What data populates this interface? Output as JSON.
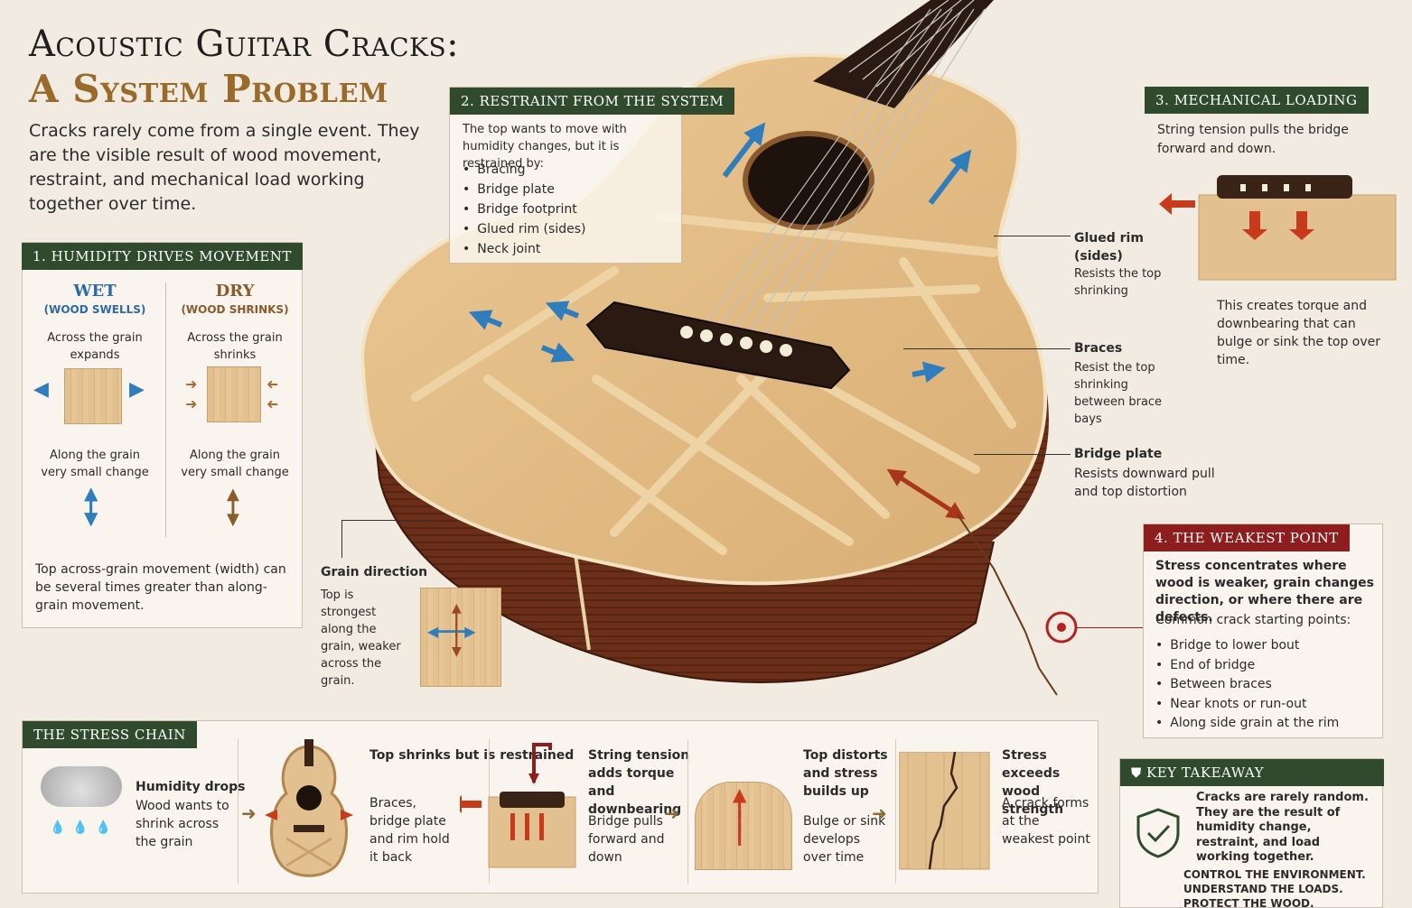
{
  "title": {
    "line1": "Acoustic Guitar Cracks:",
    "line2": "A System Problem"
  },
  "intro": "Cracks rarely come from a single event. They are the visible result of wood movement, restraint, and mechanical load working together over time.",
  "panel1": {
    "header": "1. HUMIDITY DRIVES MOVEMENT",
    "wet": {
      "title": "WET",
      "sub": "(WOOD SWELLS)",
      "across": "Across the grain expands",
      "along": "Along the grain very small change"
    },
    "dry": {
      "title": "DRY",
      "sub": "(WOOD SHRINKS)",
      "across": "Across the grain shrinks",
      "along": "Along the grain very small change"
    },
    "note": "Top across-grain movement (width) can be several times greater than along-grain movement."
  },
  "panel2": {
    "header": "2. RESTRAINT FROM THE SYSTEM",
    "text": "The top wants to move with humidity changes, but it is restrained by:",
    "items": [
      "Bracing",
      "Bridge plate",
      "Bridge footprint",
      "Glued rim (sides)",
      "Neck joint"
    ]
  },
  "panel3": {
    "header": "3. MECHANICAL LOADING",
    "text": "String tension pulls the bridge forward and down.",
    "note": "This creates torque and downbearing that can bulge or sink the top over time."
  },
  "callouts": {
    "rim": {
      "title": "Glued rim (sides)",
      "text": "Resists the top shrinking"
    },
    "braces": {
      "title": "Braces",
      "text": "Resist the top shrinking between brace bays"
    },
    "plate": {
      "title": "Bridge plate",
      "text": "Resists downward pull and top distortion"
    },
    "grain": {
      "title": "Grain direction",
      "text": "Top is strongest along the grain, weaker across the grain."
    }
  },
  "panel4": {
    "header": "4. THE WEAKEST POINT",
    "text": "Stress concentrates where wood is weaker, grain changes direction, or where there are defects.",
    "sub": "Common crack starting points:",
    "items": [
      "Bridge to lower bout",
      "End of bridge",
      "Between braces",
      "Near knots or run-out",
      "Along side grain at the rim"
    ]
  },
  "chain": {
    "header": "THE STRESS CHAIN",
    "steps": [
      {
        "title": "Humidity drops",
        "text": "Wood wants to shrink across the grain"
      },
      {
        "title": "Top shrinks but is restrained",
        "text": "Braces, bridge plate and rim hold it back"
      },
      {
        "title": "String tension adds torque and downbearing",
        "text": "Bridge pulls forward and down"
      },
      {
        "title": "Top distorts and stress builds up",
        "text": "Bulge or sink develops over time"
      },
      {
        "title": "Stress exceeds wood strength",
        "text": "A crack forms at the weakest point"
      }
    ]
  },
  "key": {
    "header": "KEY TAKEAWAY",
    "text": "Cracks are rarely random. They are the result of humidity change, restraint, and load working together.",
    "cta": "CONTROL THE ENVIRONMENT. UNDERSTAND THE LOADS. PROTECT THE WOOD."
  },
  "colors": {
    "green": "#2f4a2c",
    "red": "#8e1e1e",
    "blue": "#2f7dbd",
    "brown": "#8b5a2b",
    "gold": "#9a6a2a"
  }
}
